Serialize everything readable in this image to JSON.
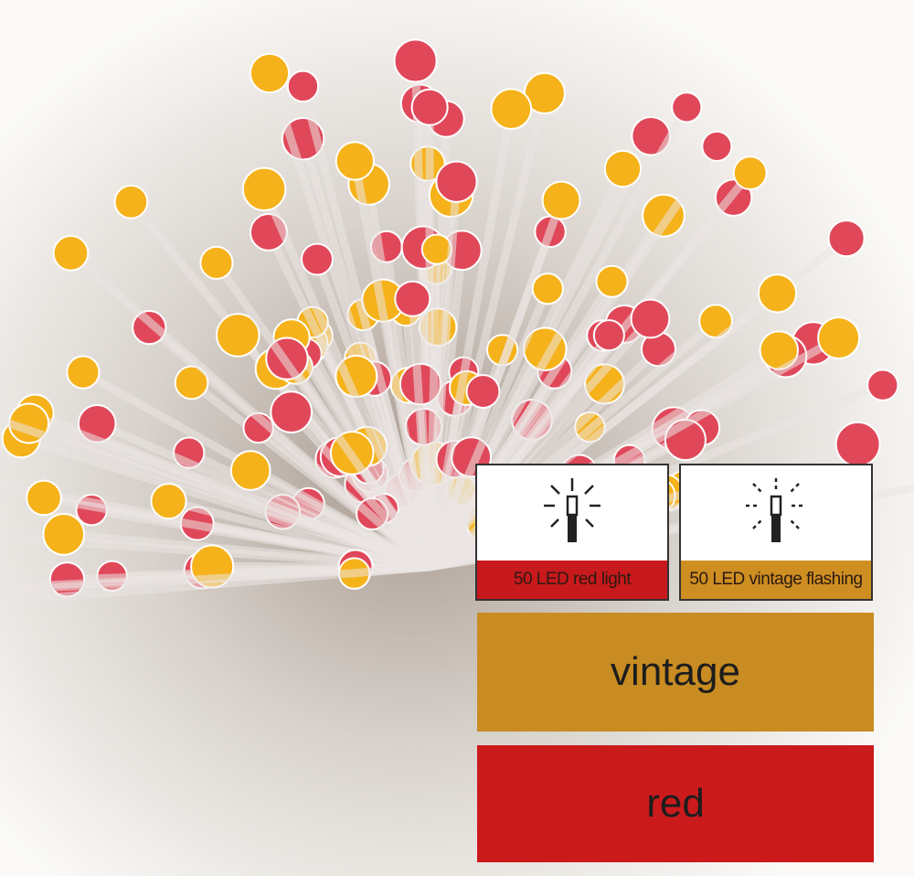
{
  "cards": [
    {
      "label": "50 LED red light",
      "icon": "steady-light-icon",
      "color": "#c8191d"
    },
    {
      "label": "50 LED vintage flashing",
      "icon": "flashing-light-icon",
      "color": "#cf8e22"
    }
  ],
  "bands": {
    "vintage": {
      "label": "vintage",
      "color": "#c98c22"
    },
    "red": {
      "label": "red",
      "color": "#cb1a1c"
    }
  }
}
